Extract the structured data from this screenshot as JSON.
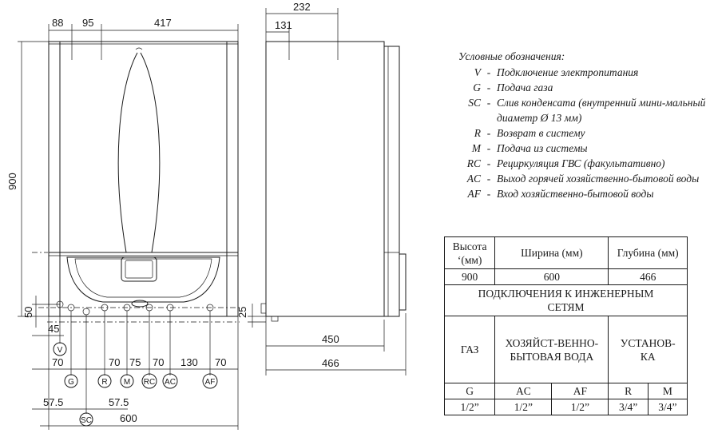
{
  "front_view": {
    "dims_top": [
      "88",
      "95",
      "417"
    ],
    "dim_height": "900",
    "dim_left_bottom": "50",
    "dim_45": "45",
    "dim_width": "600",
    "spacing_row": [
      "70",
      "70",
      "75",
      "70",
      "130",
      "70"
    ],
    "dim_57_left": "57.5",
    "dim_57_right": "57.5",
    "connections": [
      "V",
      "G",
      "SC",
      "R",
      "M",
      "RC",
      "AC",
      "AF"
    ]
  },
  "side_view": {
    "dim_top": "232",
    "dim_offset": "131",
    "dim_25": "25",
    "dim_450": "450",
    "dim_466": "466"
  },
  "legend": {
    "title": "Условные обозначения:",
    "items": [
      {
        "code": "V",
        "sep": "-",
        "desc": "Подключение электропитания"
      },
      {
        "code": "G",
        "sep": "-",
        "desc": "Подача газа"
      },
      {
        "code": "SC",
        "sep": "-",
        "desc": "Слив конденсата (внутренний мини-мальный диаметр Ø 13 мм)"
      },
      {
        "code": "R",
        "sep": "-",
        "desc": "Возврат в систему"
      },
      {
        "code": "M",
        "sep": "-",
        "desc": "Подача из системы"
      },
      {
        "code": "RC",
        "sep": "-",
        "desc": "Рециркуляция ГВС (факультативно)"
      },
      {
        "code": "AC",
        "sep": "-",
        "desc": "Выход горячей хозяйственно-бытовой воды"
      },
      {
        "code": "AF",
        "sep": "-",
        "desc": "Вход хозяйственно-бытовой воды"
      }
    ]
  },
  "spec_table": {
    "headers": [
      "Высота ‘(мм)",
      "Ширина (мм)",
      "Глубина (мм)"
    ],
    "values": [
      "900",
      "600",
      "466"
    ],
    "section_title": "ПОДКЛЮЧЕНИЯ К ИНЖЕНЕРНЫМ СЕТЯМ",
    "groups": [
      "ГАЗ",
      "ХОЗЯЙСТ-ВЕННО-БЫТОВАЯ ВОДА",
      "УСТАНОВ-КА"
    ],
    "codes": [
      "G",
      "AC",
      "AF",
      "R",
      "M"
    ],
    "sizes": [
      "1/2”",
      "1/2”",
      "1/2”",
      "3/4”",
      "3/4”"
    ]
  }
}
